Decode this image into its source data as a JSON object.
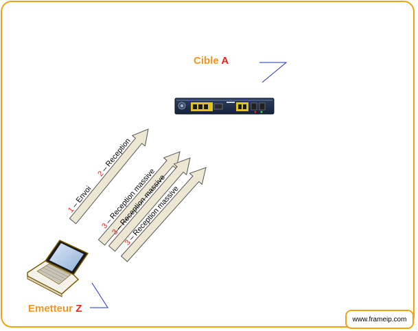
{
  "target": {
    "name": "Cible",
    "letter": "A"
  },
  "sender": {
    "name": "Emetteur",
    "letter": "Z"
  },
  "arrows": [
    {
      "num": "1",
      "text": " – Envoi"
    },
    {
      "num": "2",
      "text": " – Reception"
    },
    {
      "num": "3",
      "text": " – Reception massive"
    },
    {
      "num": "3",
      "text": " – Reception massive"
    },
    {
      "num": "3",
      "text": " – Reception massive"
    }
  ],
  "website": "www.frameip.com",
  "colors": {
    "frame": "#f0a30a",
    "label": "#f7941d",
    "letter": "#e8261c",
    "arrow_fill": "#ece6d2",
    "callout": "#1f2cc9"
  },
  "icons": {
    "target": "network-device-icon",
    "sender": "laptop-icon"
  }
}
